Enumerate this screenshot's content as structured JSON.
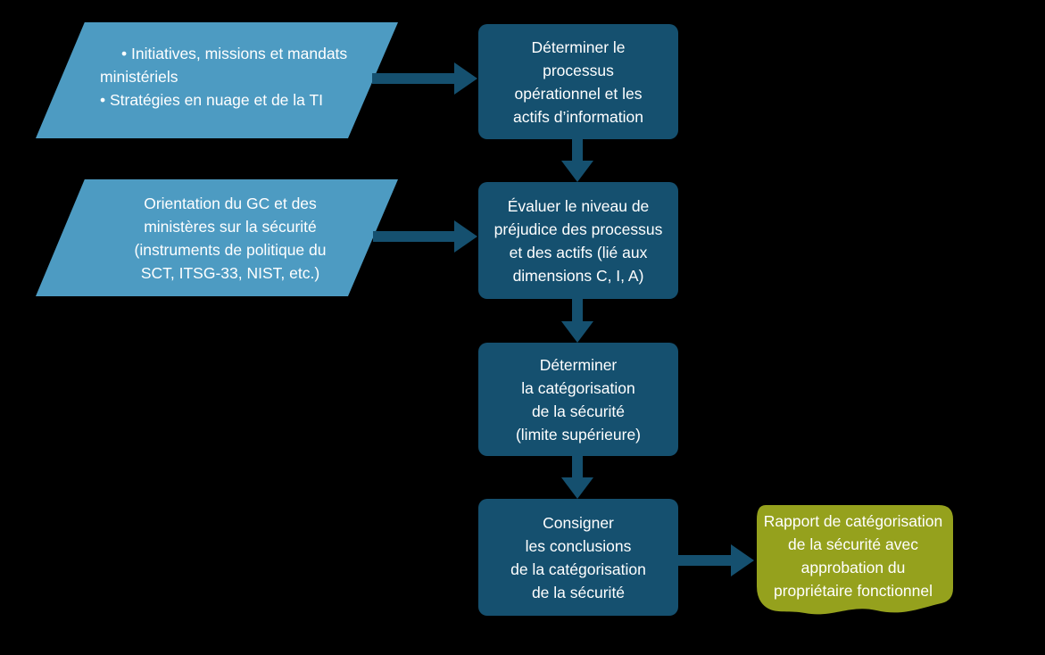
{
  "colors": {
    "background": "#000000",
    "input_fill": "#4D9BC2",
    "process_fill": "#15506F",
    "arrow": "#15506F",
    "output_fill": "#95A11D",
    "text": "#FFFFFF"
  },
  "flowchart": {
    "inputs": [
      {
        "text": "• Initiatives, missions et mandats\nministériels\n• Stratégies en nuage et de la TI"
      },
      {
        "text": "Orientation du GC et des\nministères sur la sécurité\n(instruments de politique du\nSCT, ITSG-33, NIST, etc.)"
      }
    ],
    "steps": [
      {
        "text": "Déterminer le\nprocessus\nopérationnel et les\nactifs d’information"
      },
      {
        "text": "Évaluer le niveau de\npréjudice des processus\net des actifs (lié aux\ndimensions C, I, A)"
      },
      {
        "text": "Déterminer\nla catégorisation\nde la sécurité\n(limite supérieure)"
      },
      {
        "text": "Consigner\nles conclusions\nde la catégorisation\nde la sécurité"
      }
    ],
    "output": {
      "text": "Rapport de catégorisation\nde la sécurité avec\napprobation du\npropriétaire fonctionnel"
    }
  }
}
